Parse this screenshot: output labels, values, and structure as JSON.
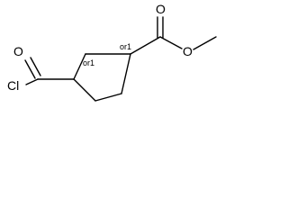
{
  "molecule": {
    "atoms": {
      "o_ester_carbonyl": "O",
      "o_ester_single": "O",
      "o_acyl_carbonyl": "O",
      "cl": "Cl"
    },
    "stereo_labels": {
      "left": "or1",
      "right": "or1"
    }
  }
}
